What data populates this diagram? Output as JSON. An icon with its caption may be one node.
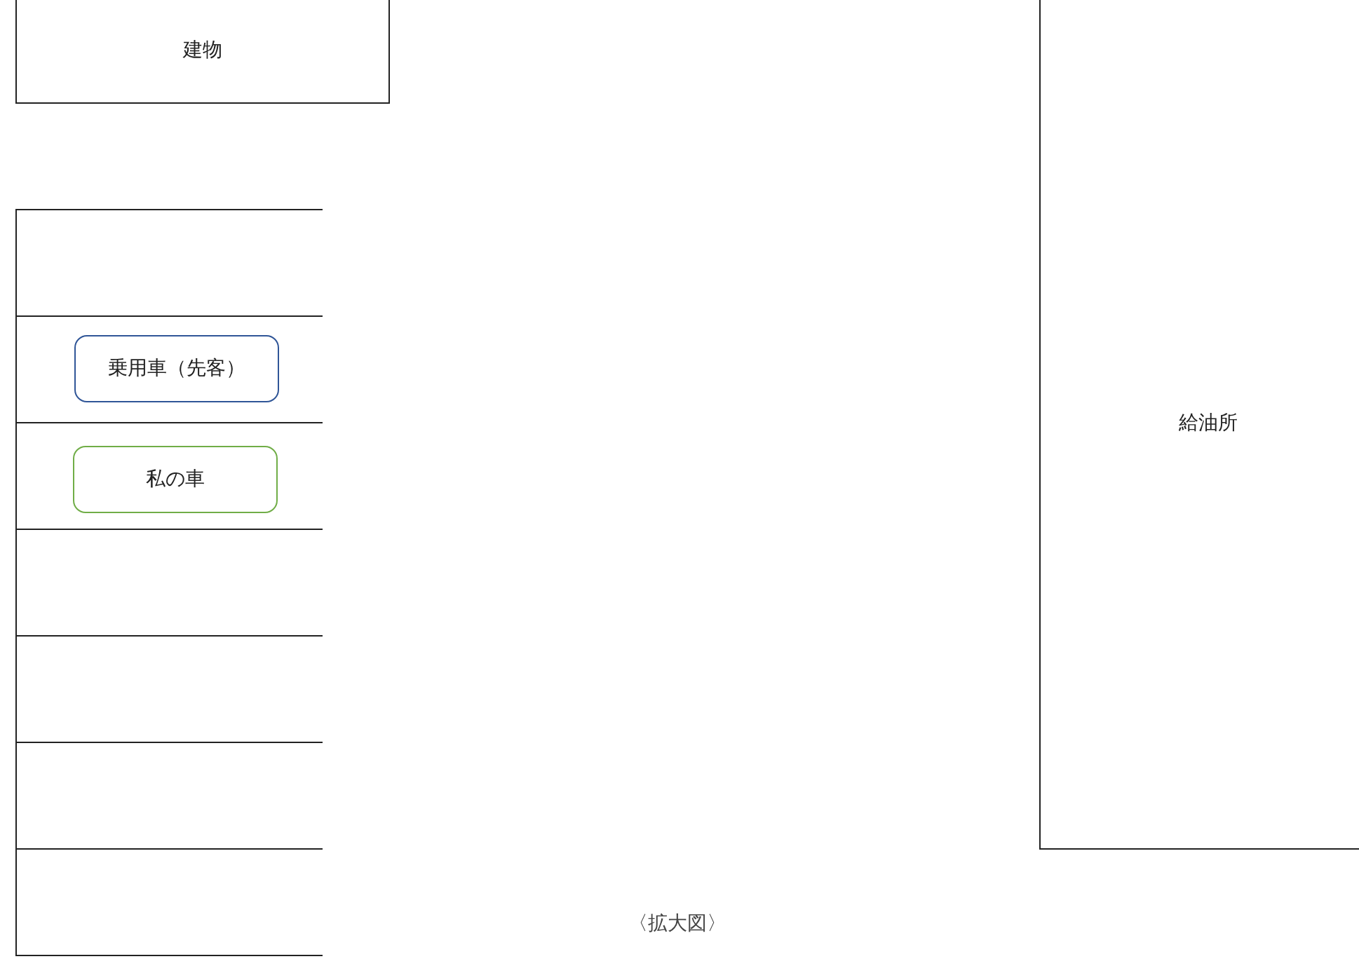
{
  "diagram": {
    "caption": "〈拡大図〉",
    "nodes": [
      {
        "text": [
          "建物"
        ]
      },
      {
        "text": [
          "給油所"
        ]
      },
      {
        "text": [],
        "shape": "box"
      },
      {
        "text": [],
        "shape": "box"
      },
      {
        "text": [
          "乗用車（先客）"
        ],
        "in": 3
      },
      {
        "text": [],
        "shape": "box"
      },
      {
        "text": [
          "私の車"
        ],
        "in": 5
      },
      {
        "text": [],
        "shape": "box"
      },
      {
        "text": [],
        "shape": "box"
      },
      {
        "text": [],
        "shape": "box"
      },
      {
        "text": [],
        "shape": "box"
      }
    ],
    "edges": []
  }
}
